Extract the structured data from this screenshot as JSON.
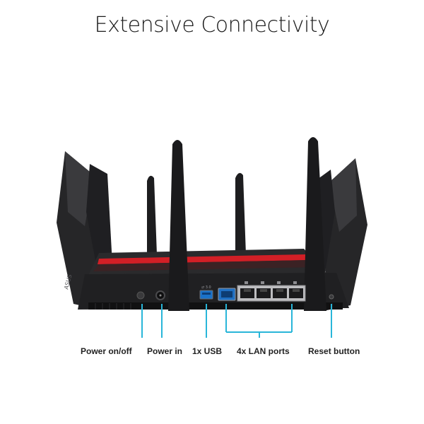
{
  "page": {
    "title": "Extensive Connectivity"
  },
  "labels": {
    "power_onoff": "Power on/off",
    "power_in": "Power in",
    "usb": "1x USB",
    "lan": "4x LAN ports",
    "reset": "Reset button"
  },
  "device": {
    "brand_mark": "ASUS",
    "usb_port_label": "⇄ 3.0"
  },
  "colors": {
    "callout": "#29b6d9",
    "body": "#1e1e20",
    "accent_stripe": "#d21f26",
    "usb_port": "#1a72c9",
    "wan_port": "#1f6fc2"
  }
}
